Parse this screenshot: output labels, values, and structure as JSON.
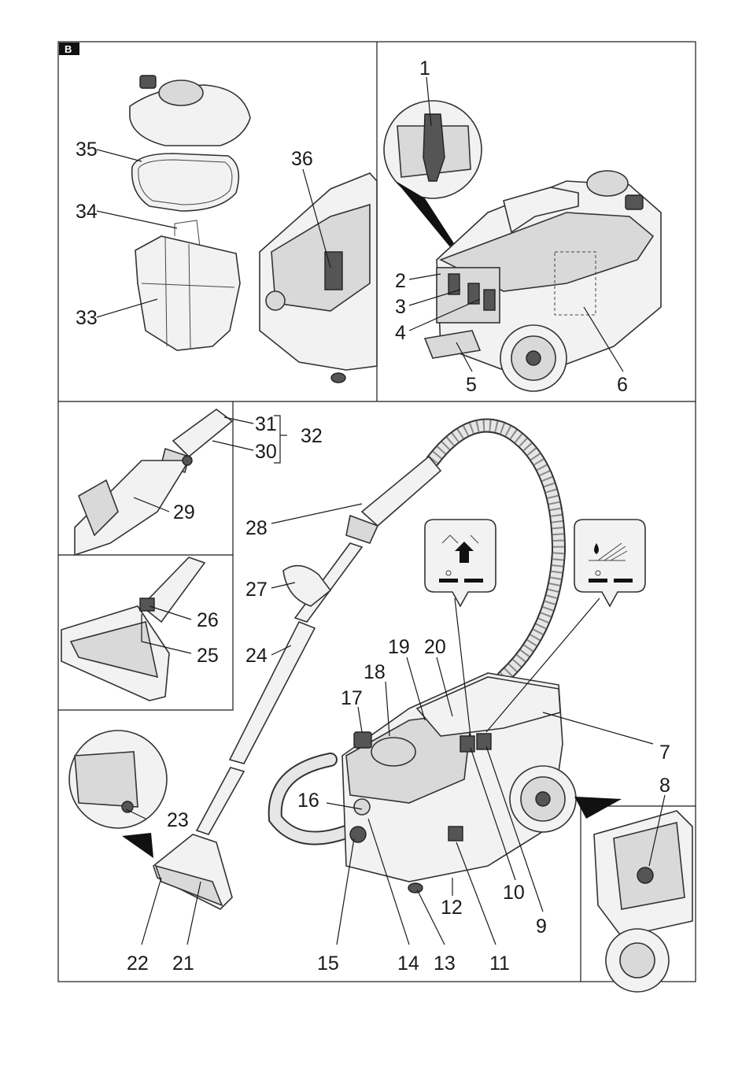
{
  "badge": "B",
  "callouts": {
    "c1": "1",
    "c2": "2",
    "c3": "3",
    "c4": "4",
    "c5": "5",
    "c6": "6",
    "c7": "7",
    "c8": "8",
    "c9": "9",
    "c10": "10",
    "c11": "11",
    "c12": "12",
    "c13": "13",
    "c14": "14",
    "c15": "15",
    "c16": "16",
    "c17": "17",
    "c18": "18",
    "c19": "19",
    "c20": "20",
    "c21": "21",
    "c22": "22",
    "c23": "23",
    "c24": "24",
    "c25": "25",
    "c26": "26",
    "c27": "27",
    "c28": "28",
    "c29": "29",
    "c30": "30",
    "c31": "31",
    "c32": "32",
    "c33": "33",
    "c34": "34",
    "c35": "35",
    "c36": "36"
  },
  "icons": [
    "suction-icon",
    "spray-icon"
  ]
}
